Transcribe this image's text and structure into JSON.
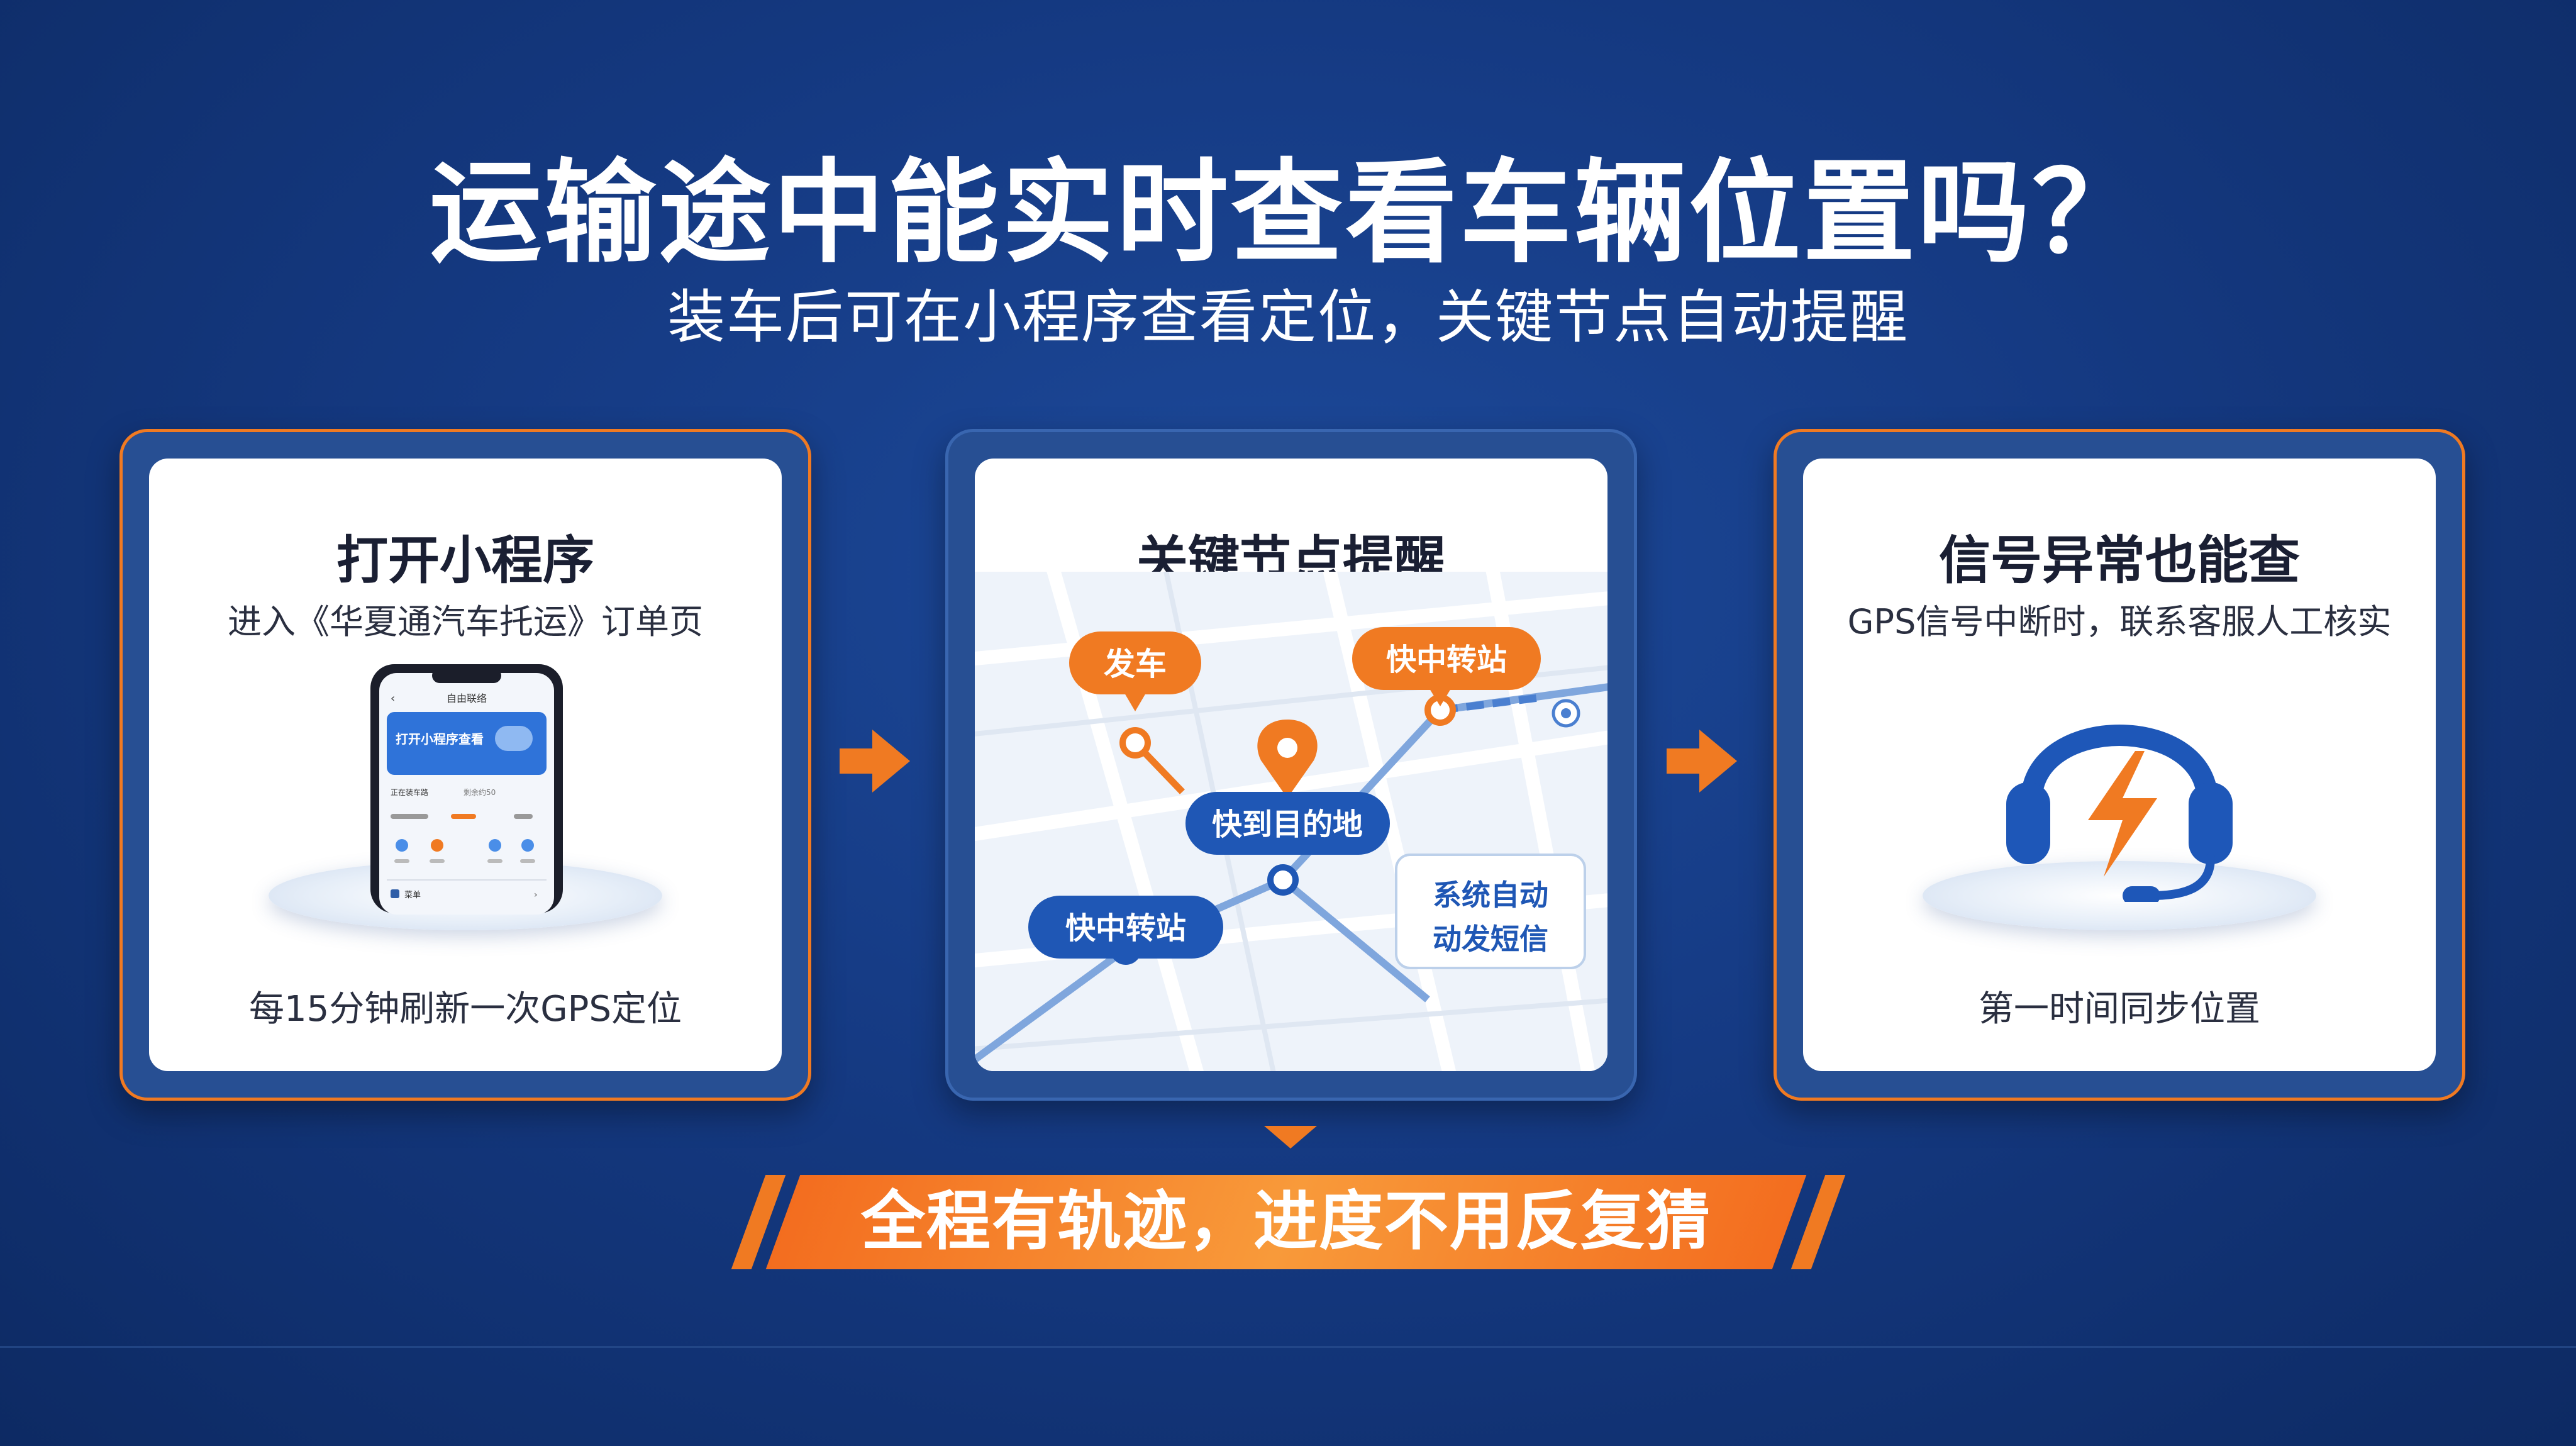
{
  "header": {
    "title": "运输途中能实时查看车辆位置吗？",
    "subtitle": "装车后可在小程序查看定位，关键节点自动提醒"
  },
  "cards": [
    {
      "title": "打开小程序",
      "desc": "进入《华夏通汽车托运》订单页",
      "footer": "每15分钟刷新一次GPS定位",
      "phone": {
        "app_header": "自由联络",
        "banner_text": "打开小程序查看",
        "row1_left": "正在装车路",
        "row1_right": "剩余约50",
        "menu_label": "菜单"
      }
    },
    {
      "title": "关键节点提醒",
      "nodes": {
        "depart": "发车",
        "transfer_top": "快中转站",
        "near_destination": "快到目的地",
        "transfer_bottom": "快中转站",
        "sms_line1": "系统自动",
        "sms_line2": "动发短信"
      }
    },
    {
      "title": "信号异常也能查",
      "desc": "GPS信号中断时，联系客服人工核实",
      "footer": "第一时间同步位置"
    }
  ],
  "banner": {
    "text": "全程有轨迹，进度不用反复猜"
  },
  "colors": {
    "background": "#153a83",
    "accent_orange": "#f07a22",
    "map_blue": "#1f57b5",
    "headset_blue": "#1e57b8"
  },
  "icons": [
    "arrow-right-icon",
    "location-pin-icon",
    "headset-icon",
    "lightning-icon",
    "arrow-down-icon"
  ]
}
